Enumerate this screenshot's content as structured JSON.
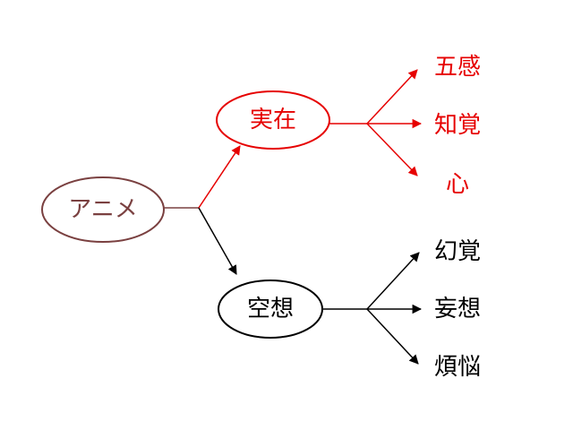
{
  "colors": {
    "root": "#7a4040",
    "reality": "#e60000",
    "imagination": "#000000",
    "background": "#ffffff"
  },
  "root": {
    "label": "アニメ"
  },
  "reality": {
    "label": "実在",
    "children": [
      "五感",
      "知覚",
      "心"
    ]
  },
  "imagination": {
    "label": "空想",
    "children": [
      "幻覚",
      "妄想",
      "煩悩"
    ]
  }
}
